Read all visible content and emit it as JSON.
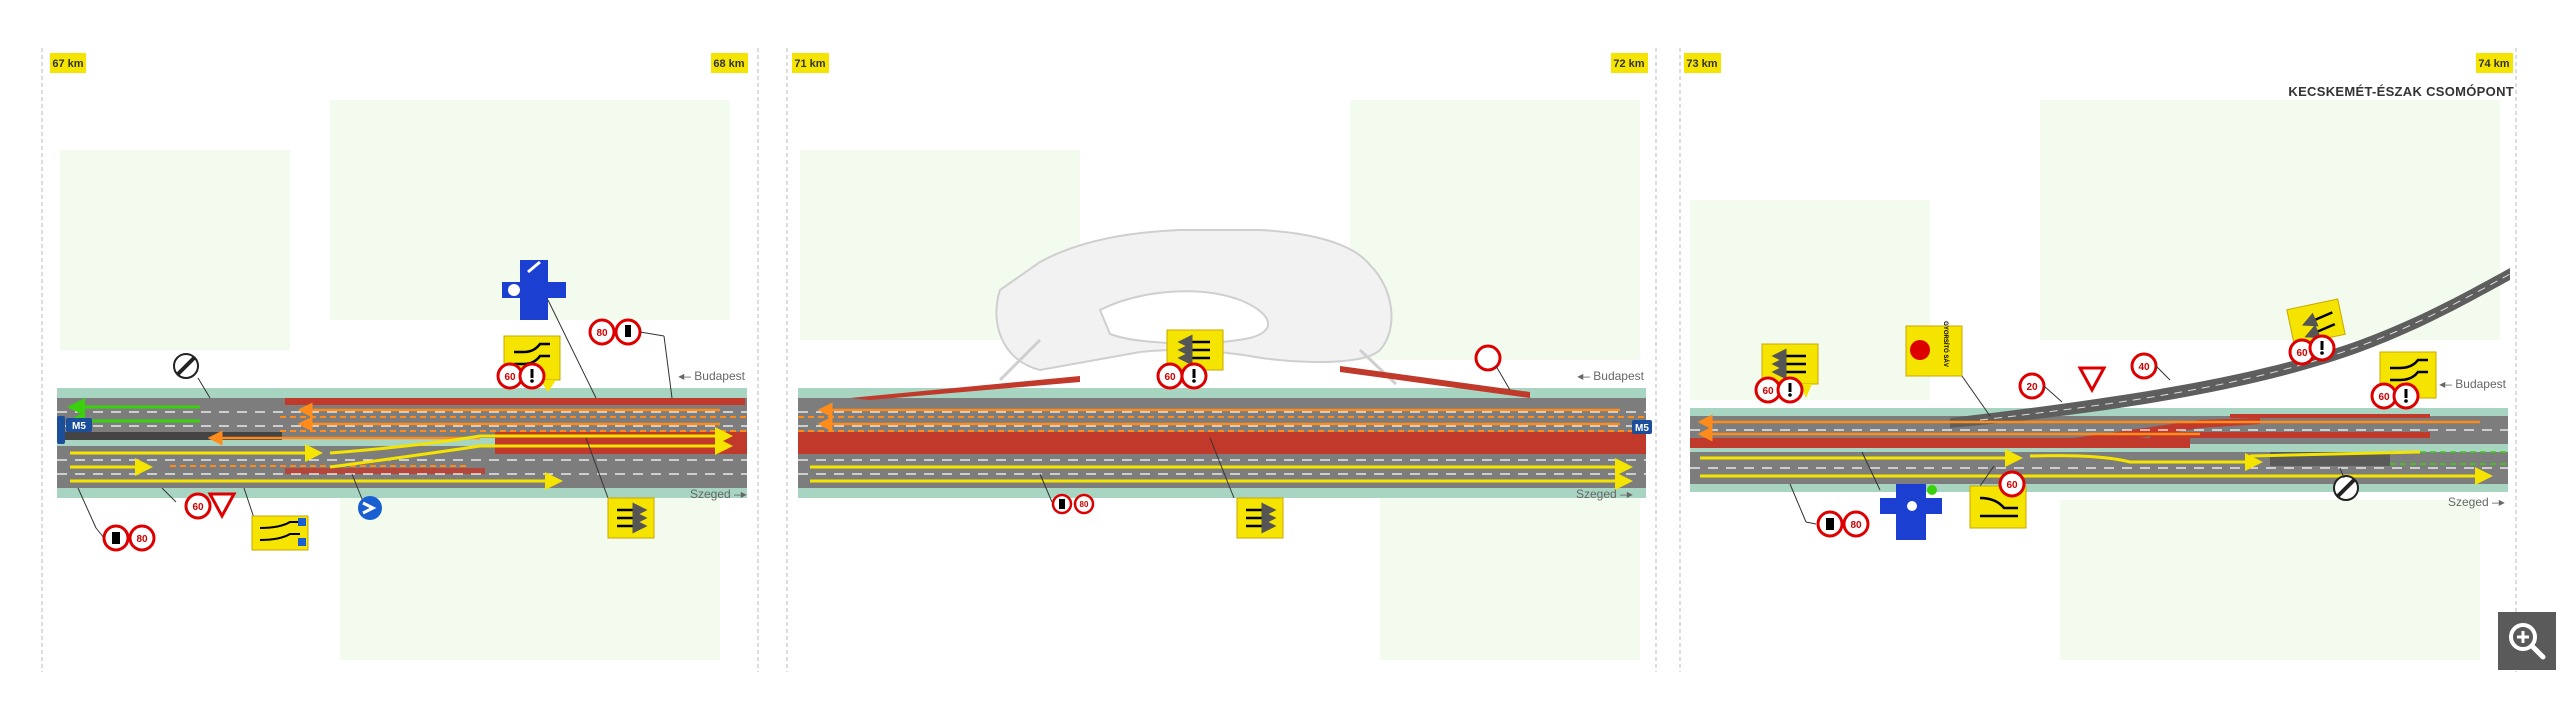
{
  "panels": [
    {
      "km_start": "67 km",
      "km_end": "68 km"
    },
    {
      "km_start": "71 km",
      "km_end": "72 km"
    },
    {
      "km_start": "73 km",
      "km_end": "74 km"
    }
  ],
  "junction_title": "KECSKEMÉT-ÉSZAK CSOMÓPONT",
  "direction_north": "Budapest",
  "direction_south": "Szeged",
  "motorway": "M5",
  "speed_limit_80": "80",
  "speed_limit_60": "60",
  "speed_limit_40": "40",
  "speed_limit_20": "20",
  "detour_sign_text": "GYORSÍTÓ SÁV",
  "colors": {
    "asphalt": "#7d7d7d",
    "asphalt_dark": "#5e5e5e",
    "closed": "#c0392b",
    "sign_yellow": "#f5e400",
    "arrow_yellow": "#f5e400",
    "arrow_orange": "#ff8c1a",
    "arrow_green": "#39d10b",
    "verge": "#a8d5c2",
    "info_blue": "#1a5fd1"
  },
  "icons": {
    "zoom": "zoom-in-icon",
    "prohibition": "end-of-restriction-icon",
    "warning": "warning-triangle-icon",
    "no_vehicles": "no-vehicles-icon",
    "mandatory": "keep-right-icon"
  }
}
